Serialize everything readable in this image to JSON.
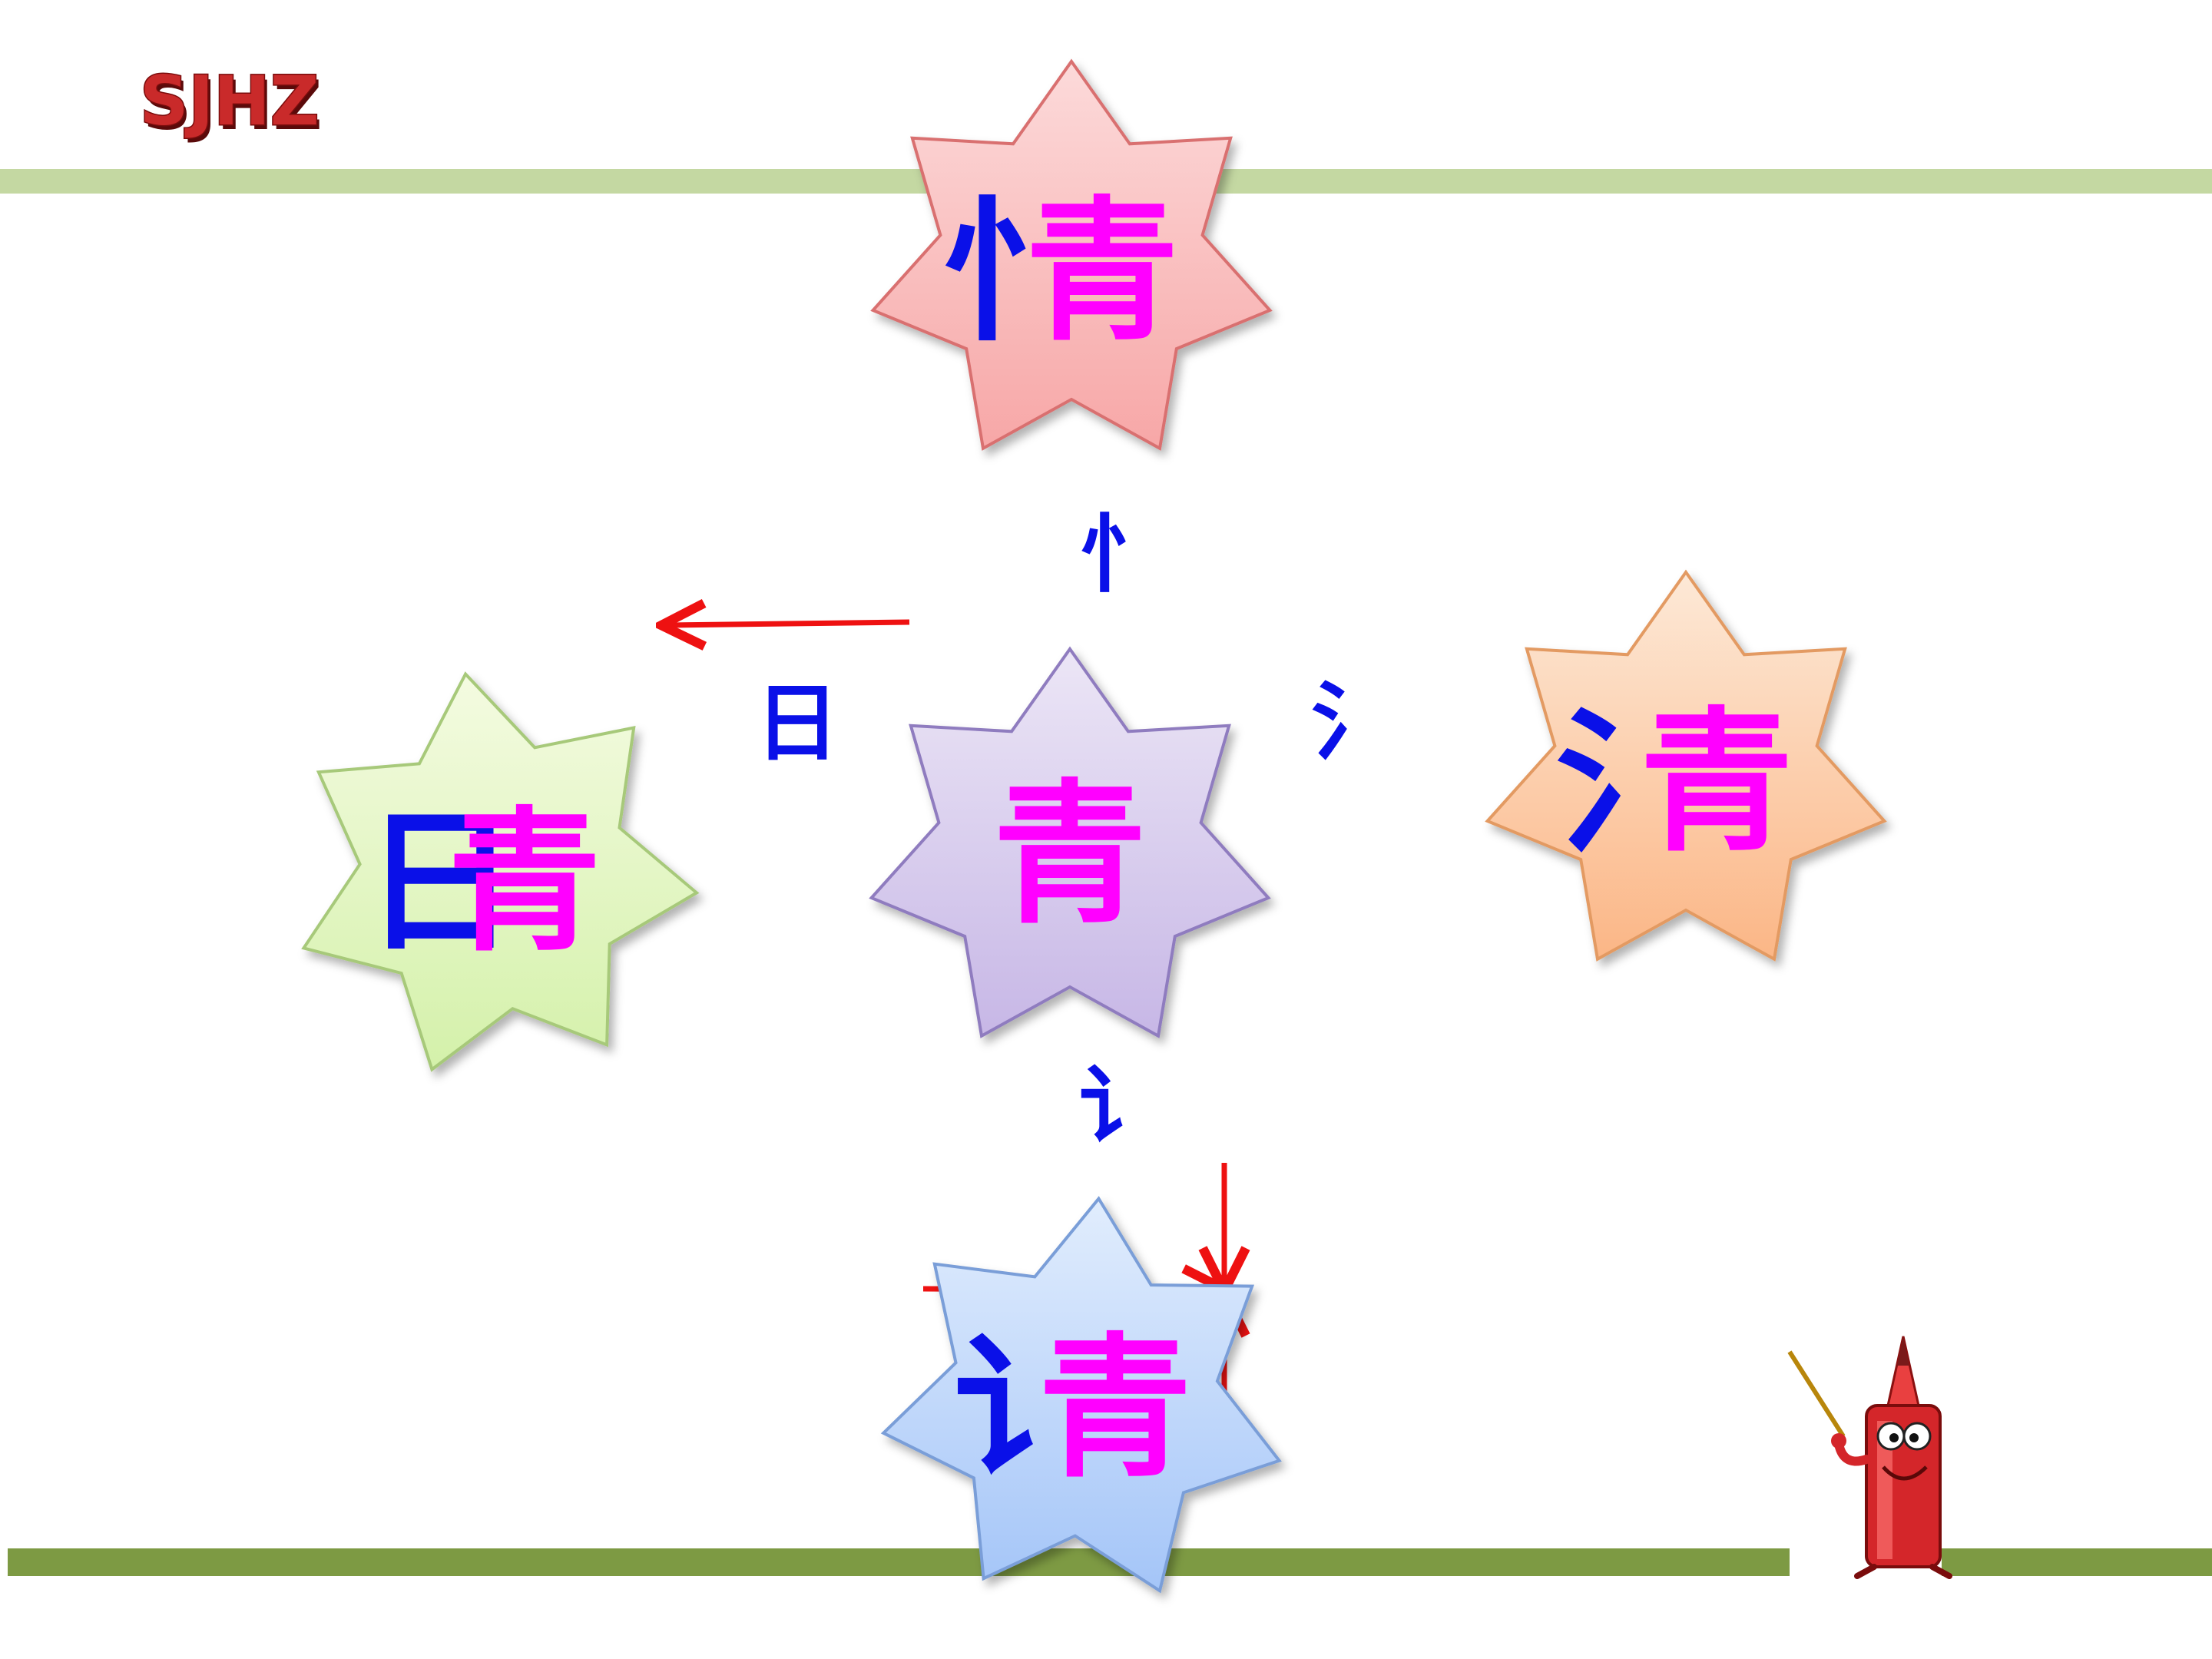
{
  "logo": {
    "text": "SJHZ"
  },
  "colors": {
    "top_band": "#c4d8a2",
    "bottom_band": "#7d9a43",
    "radical_blue": "#0a10e8",
    "phonetic_magenta": "#ff00ff",
    "arrow_red": "#ee1111"
  },
  "center": {
    "char": "青",
    "phonetic": "青"
  },
  "compounds": [
    {
      "id": "top",
      "char": "情",
      "radical": "忄",
      "phonetic": "青"
    },
    {
      "id": "left",
      "char": "晴",
      "radical": "日",
      "phonetic": "青"
    },
    {
      "id": "right",
      "char": "清",
      "radical": "氵",
      "phonetic": "青"
    },
    {
      "id": "bottom",
      "char": "请",
      "radical": "讠",
      "phonetic": "青"
    }
  ],
  "radical_labels": {
    "top": "忄",
    "left": "日",
    "right": "氵",
    "bottom": "讠"
  },
  "mascot": {
    "icon": "pencil-mascot-icon"
  }
}
